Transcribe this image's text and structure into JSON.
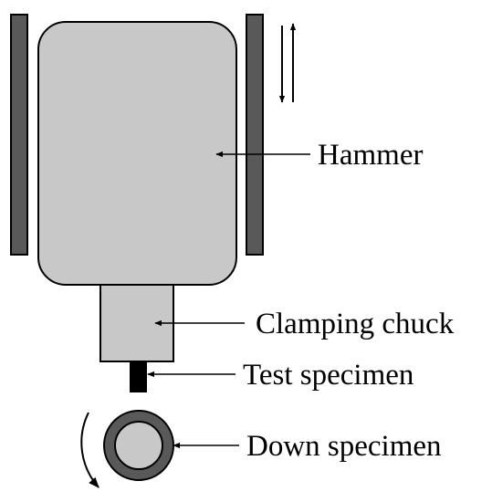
{
  "diagram": {
    "labels": {
      "hammer": "Hammer",
      "clamping_chuck": "Clamping chuck",
      "test_specimen": "Test specimen",
      "down_specimen": "Down specimen"
    },
    "colors": {
      "background": "#ffffff",
      "hammer_fill": "#c8c8c8",
      "guide_rail": "#595959",
      "chuck_fill": "#c8c8c8",
      "test_specimen": "#000000",
      "down_specimen_outer": "#595959",
      "down_specimen_inner": "#c8c8c8",
      "line": "#000000"
    }
  }
}
